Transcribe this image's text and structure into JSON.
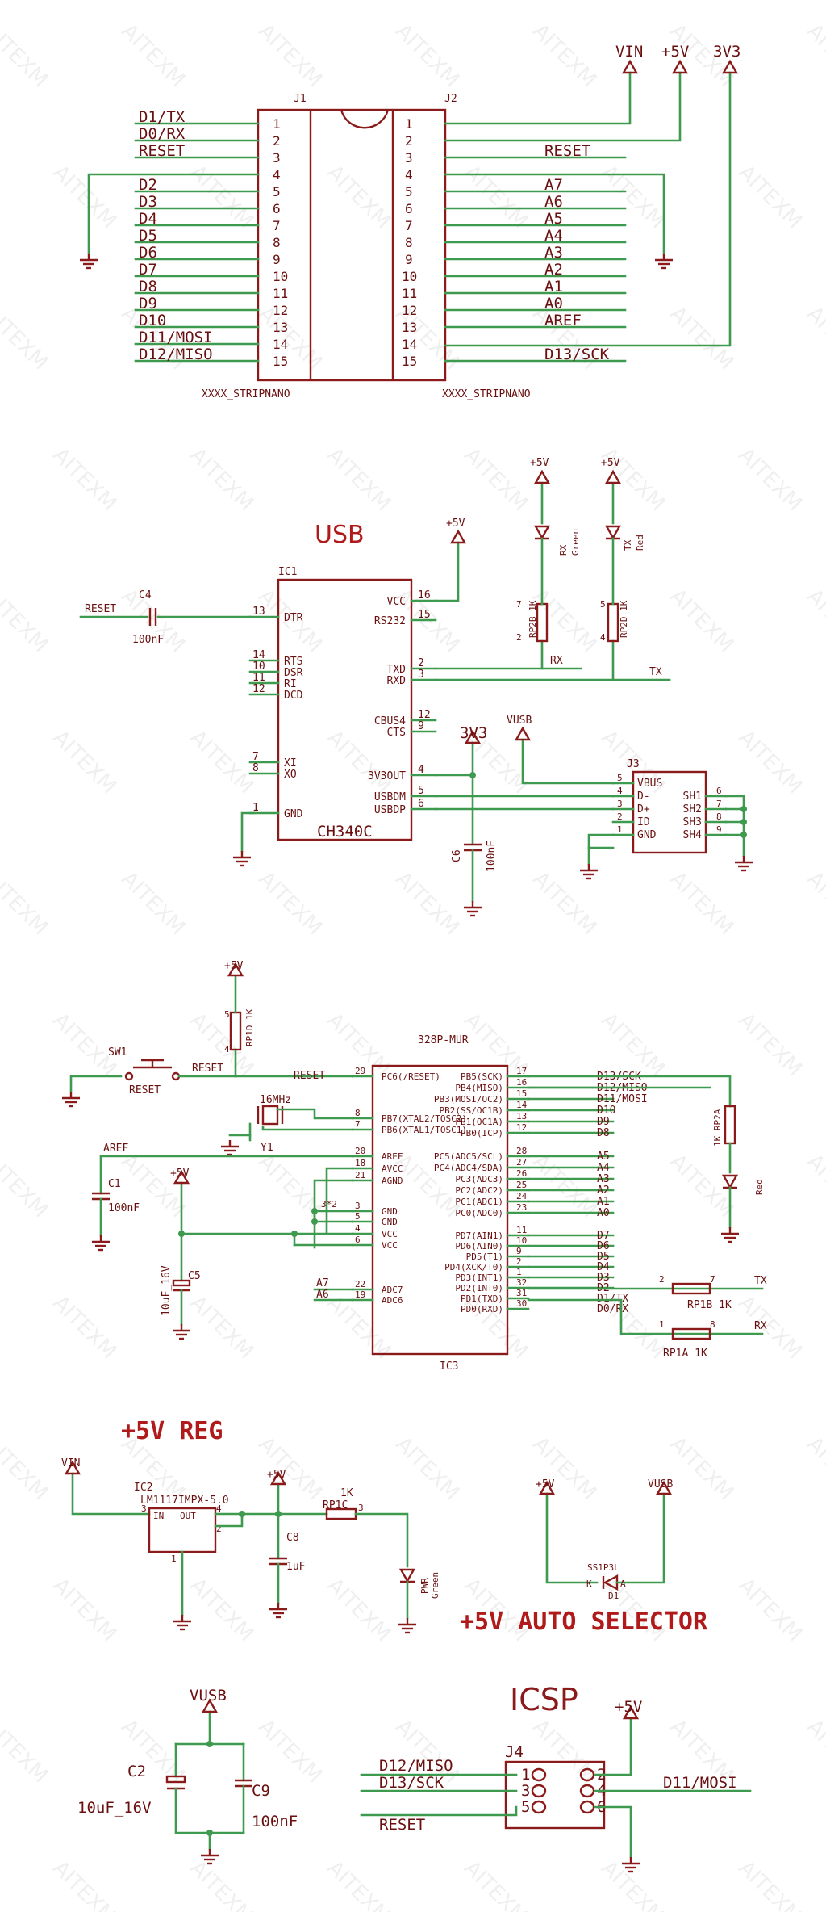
{
  "watermark": "AITEXM",
  "sections": {
    "usb": "USB",
    "reg": "+5V REG",
    "auto": "+5V AUTO SELECTOR",
    "icsp": "ICSP"
  },
  "power": {
    "vin": "VIN",
    "v5": "+5V",
    "v33": "3V3",
    "vusb": "VUSB"
  },
  "j1": {
    "ref": "J1",
    "part": "XXXX_STRIPNANO",
    "signals": [
      "D1/TX",
      "D0/RX",
      "RESET",
      "",
      "D2",
      "D3",
      "D4",
      "D5",
      "D6",
      "D7",
      "D8",
      "D9",
      "D10",
      "D11/MOSI",
      "D12/MISO"
    ]
  },
  "j2": {
    "ref": "J2",
    "part": "XXXX_STRIPNANO",
    "signals": [
      "",
      "",
      "RESET",
      "",
      "A7",
      "A6",
      "A5",
      "A4",
      "A3",
      "A2",
      "A1",
      "A0",
      "AREF",
      "",
      "D13/SCK"
    ]
  },
  "pins15": [
    "1",
    "2",
    "3",
    "4",
    "5",
    "6",
    "7",
    "8",
    "9",
    "10",
    "11",
    "12",
    "13",
    "14",
    "15"
  ],
  "ic1": {
    "ref": "IC1",
    "part": "CH340C",
    "left": [
      {
        "num": "13",
        "name": "DTR"
      },
      {
        "num": "14",
        "name": "RTS"
      },
      {
        "num": "10",
        "name": "DSR"
      },
      {
        "num": "11",
        "name": "RI"
      },
      {
        "num": "12",
        "name": "DCD"
      },
      {
        "num": "7",
        "name": "XI"
      },
      {
        "num": "8",
        "name": "XO"
      },
      {
        "num": "1",
        "name": "GND"
      }
    ],
    "right": [
      {
        "num": "16",
        "name": "VCC"
      },
      {
        "num": "15",
        "name": "RS232"
      },
      {
        "num": "2",
        "name": "TXD"
      },
      {
        "num": "3",
        "name": "RXD"
      },
      {
        "num": "12",
        "name": "CBUS4"
      },
      {
        "num": "9",
        "name": "CTS"
      },
      {
        "num": "4",
        "name": "3V3OUT"
      },
      {
        "num": "5",
        "name": "USBDM"
      },
      {
        "num": "6",
        "name": "USBDP"
      }
    ]
  },
  "usbparts": {
    "c4": "C4",
    "c4v": "100nF",
    "reset": "RESET",
    "c6": "C6",
    "c6v": "100nF",
    "rx": "RX",
    "tx": "TX",
    "rp2b": "RP2B 1K",
    "rp2d": "RP2D 1K",
    "ledrx": "RX",
    "ledrxc": "Green",
    "ledtx": "TX",
    "ledtxc": "Red",
    "p2": "2",
    "p7": "7",
    "p4": "4",
    "p5": "5"
  },
  "j3": {
    "ref": "J3",
    "left": [
      {
        "num": "5",
        "name": "VBUS"
      },
      {
        "num": "4",
        "name": "D-"
      },
      {
        "num": "3",
        "name": "D+"
      },
      {
        "num": "2",
        "name": "ID"
      },
      {
        "num": "1",
        "name": "GND"
      }
    ],
    "right": [
      {
        "num": "6",
        "name": "SH1"
      },
      {
        "num": "7",
        "name": "SH2"
      },
      {
        "num": "8",
        "name": "SH3"
      },
      {
        "num": "9",
        "name": "SH4"
      }
    ]
  },
  "ic3": {
    "ref": "IC3",
    "part": "328P-MUR",
    "left": [
      {
        "num": "29",
        "name": "PC6(/RESET)"
      },
      {
        "num": "8",
        "name": "PB7(XTAL2/TOSC2)"
      },
      {
        "num": "7",
        "name": "PB6(XTAL1/TOSC1)"
      },
      {
        "num": "20",
        "name": "AREF"
      },
      {
        "num": "18",
        "name": "AVCC"
      },
      {
        "num": "21",
        "name": "AGND"
      },
      {
        "num": "3",
        "name": "GND"
      },
      {
        "num": "5",
        "name": "GND"
      },
      {
        "num": "4",
        "name": "VCC"
      },
      {
        "num": "6",
        "name": "VCC"
      },
      {
        "num": "22",
        "name": "ADC7"
      },
      {
        "num": "19",
        "name": "ADC6"
      }
    ],
    "right": [
      {
        "num": "17",
        "name": "PB5(SCK)",
        "net": "D13/SCK"
      },
      {
        "num": "16",
        "name": "PB4(MISO)",
        "net": "D12/MISO"
      },
      {
        "num": "15",
        "name": "PB3(MOSI/OC2)",
        "net": "D11/MOSI"
      },
      {
        "num": "14",
        "name": "PB2(SS/OC1B)",
        "net": "D10"
      },
      {
        "num": "13",
        "name": "PB1(OC1A)",
        "net": "D9"
      },
      {
        "num": "12",
        "name": "PB0(ICP)",
        "net": "D8"
      },
      {
        "num": "28",
        "name": "PC5(ADC5/SCL)",
        "net": "A5"
      },
      {
        "num": "27",
        "name": "PC4(ADC4/SDA)",
        "net": "A4"
      },
      {
        "num": "26",
        "name": "PC3(ADC3)",
        "net": "A3"
      },
      {
        "num": "25",
        "name": "PC2(ADC2)",
        "net": "A2"
      },
      {
        "num": "24",
        "name": "PC1(ADC1)",
        "net": "A1"
      },
      {
        "num": "23",
        "name": "PC0(ADC0)",
        "net": "A0"
      },
      {
        "num": "11",
        "name": "PD7(AIN1)",
        "net": "D7"
      },
      {
        "num": "10",
        "name": "PD6(AIN0)",
        "net": "D6"
      },
      {
        "num": "9",
        "name": "PD5(T1)",
        "net": "D5"
      },
      {
        "num": "2",
        "name": "PD4(XCK/T0)",
        "net": "D4"
      },
      {
        "num": "1",
        "name": "PD3(INT1)",
        "net": "D3"
      },
      {
        "num": "32",
        "name": "PD2(INT0)",
        "net": "D2"
      },
      {
        "num": "31",
        "name": "PD1(TXD)",
        "net": "D1/TX"
      },
      {
        "num": "30",
        "name": "PD0(RXD)",
        "net": "D0/RX"
      }
    ]
  },
  "mcuparts": {
    "sw1": "SW1",
    "reset": "RESET",
    "reset2": "RESET",
    "reset3": "RESET",
    "rp1d": "RP1D 1K",
    "p4": "4",
    "p5": "5",
    "xtal": "16MHz",
    "y1": "Y1",
    "aref": "AREF",
    "c1": "C1",
    "c1v": "100nF",
    "c5": "C5",
    "c5v": "10uF_16V",
    "a7": "A7",
    "a6": "A6",
    "gndnote": "3*2",
    "rp2a": "1K RP2A",
    "ledc": "Red",
    "rp1b": "RP1B 1K",
    "rp1a": "RP1A 1K",
    "tx": "TX",
    "rx": "RX",
    "p2": "2",
    "p7": "7",
    "p1": "1",
    "p8": "8",
    "p3": "3",
    "p6": "6"
  },
  "regparts": {
    "ic2": "IC2",
    "ic2p": "LM1117IMPX-5.0",
    "in": "IN",
    "out": "OUT",
    "p3": "3",
    "p2": "2",
    "p4": "4",
    "p1": "1",
    "c8": "C8",
    "c8v": "1uF",
    "r": "1K",
    "rp1c": "RP1C",
    "rp3": "3",
    "pwr": "PWR",
    "pwrc": "Green",
    "d1": "D1",
    "d1p": "SS1P3L",
    "k": "K",
    "a": "A"
  },
  "vusbparts": {
    "c2": "C2",
    "c2v": "10uF_16V",
    "c9": "C9",
    "c9v": "100nF"
  },
  "j4": {
    "ref": "J4",
    "pins": [
      "1",
      "2",
      "3",
      "4",
      "5",
      "6"
    ],
    "miso": "D12/MISO",
    "sck": "D13/SCK",
    "reset": "RESET",
    "mosi": "D11/MOSI"
  }
}
